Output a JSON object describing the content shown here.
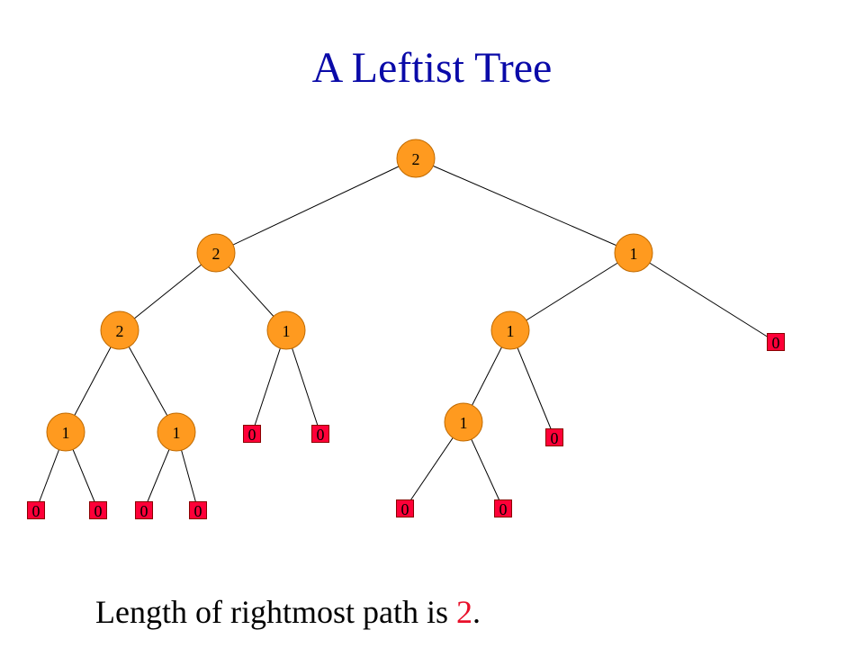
{
  "title": "A Leftist Tree",
  "caption": {
    "prefix": "Length of rightmost path is ",
    "value": "2",
    "suffix": "."
  },
  "colors": {
    "title": "#0a0aa8",
    "internal_node": "#ff9a1f",
    "external_node": "#ff0038",
    "highlight": "#e8102a"
  },
  "tree": {
    "nodes": [
      {
        "id": "n0",
        "kind": "internal",
        "label": "2"
      },
      {
        "id": "n1",
        "kind": "internal",
        "label": "2"
      },
      {
        "id": "n2",
        "kind": "internal",
        "label": "1"
      },
      {
        "id": "n3",
        "kind": "internal",
        "label": "2"
      },
      {
        "id": "n4",
        "kind": "internal",
        "label": "1"
      },
      {
        "id": "n5",
        "kind": "internal",
        "label": "1"
      },
      {
        "id": "e6",
        "kind": "external",
        "label": "0"
      },
      {
        "id": "n7",
        "kind": "internal",
        "label": "1"
      },
      {
        "id": "n8",
        "kind": "internal",
        "label": "1"
      },
      {
        "id": "e9",
        "kind": "external",
        "label": "0"
      },
      {
        "id": "e10",
        "kind": "external",
        "label": "0"
      },
      {
        "id": "n11",
        "kind": "internal",
        "label": "1"
      },
      {
        "id": "e12",
        "kind": "external",
        "label": "0"
      },
      {
        "id": "e13",
        "kind": "external",
        "label": "0"
      },
      {
        "id": "e14",
        "kind": "external",
        "label": "0"
      },
      {
        "id": "e15",
        "kind": "external",
        "label": "0"
      },
      {
        "id": "e16",
        "kind": "external",
        "label": "0"
      },
      {
        "id": "e17",
        "kind": "external",
        "label": "0"
      },
      {
        "id": "e18",
        "kind": "external",
        "label": "0"
      }
    ],
    "edges": [
      [
        "n0",
        "n1"
      ],
      [
        "n0",
        "n2"
      ],
      [
        "n1",
        "n3"
      ],
      [
        "n1",
        "n4"
      ],
      [
        "n2",
        "n5"
      ],
      [
        "n2",
        "e6"
      ],
      [
        "n3",
        "n7"
      ],
      [
        "n3",
        "n8"
      ],
      [
        "n4",
        "e9"
      ],
      [
        "n4",
        "e10"
      ],
      [
        "n5",
        "n11"
      ],
      [
        "n5",
        "e12"
      ],
      [
        "n7",
        "e13"
      ],
      [
        "n7",
        "e14"
      ],
      [
        "n8",
        "e15"
      ],
      [
        "n8",
        "e16"
      ],
      [
        "n11",
        "e17"
      ],
      [
        "n11",
        "e18"
      ]
    ]
  }
}
